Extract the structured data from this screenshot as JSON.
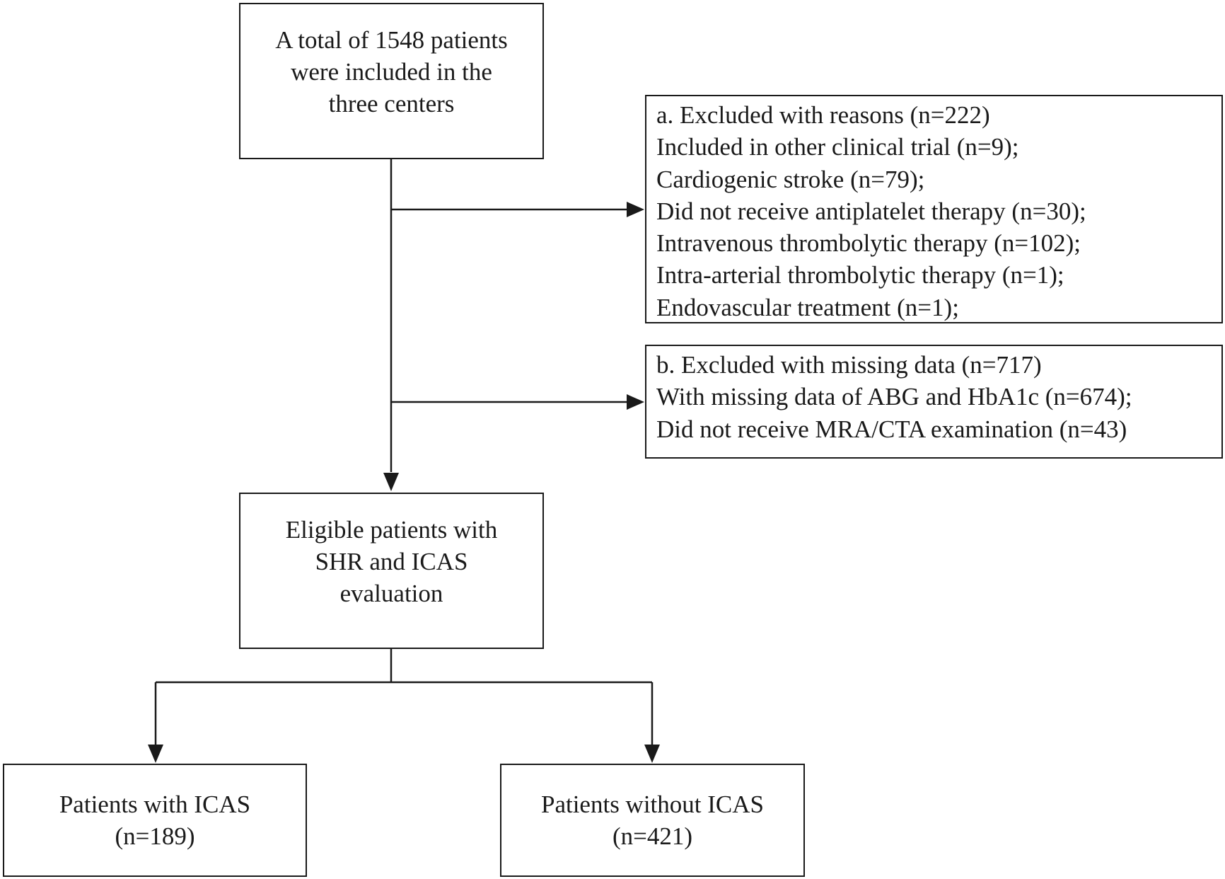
{
  "flowchart": {
    "total": {
      "lines": [
        "A total of 1548 patients",
        "were included in the",
        "three centers"
      ]
    },
    "exclusion_a": {
      "title": "a. Excluded with reasons (n=222)",
      "items": [
        "Included in other clinical trial (n=9);",
        "Cardiogenic stroke (n=79);",
        "Did not receive antiplatelet therapy (n=30);",
        "Intravenous thrombolytic therapy (n=102);",
        "Intra-arterial thrombolytic therapy (n=1);",
        "Endovascular treatment (n=1);"
      ]
    },
    "exclusion_b": {
      "title": "b. Excluded with missing data (n=717)",
      "items": [
        "With missing data of ABG and HbA1c (n=674);",
        "Did not receive MRA/CTA examination (n=43)"
      ]
    },
    "eligible": {
      "lines": [
        "Eligible patients with",
        "SHR and ICAS",
        "evaluation"
      ]
    },
    "with_icas": {
      "lines": [
        "Patients with ICAS",
        "(n=189)"
      ]
    },
    "without_icas": {
      "lines": [
        "Patients without ICAS",
        "(n=421)"
      ]
    }
  }
}
